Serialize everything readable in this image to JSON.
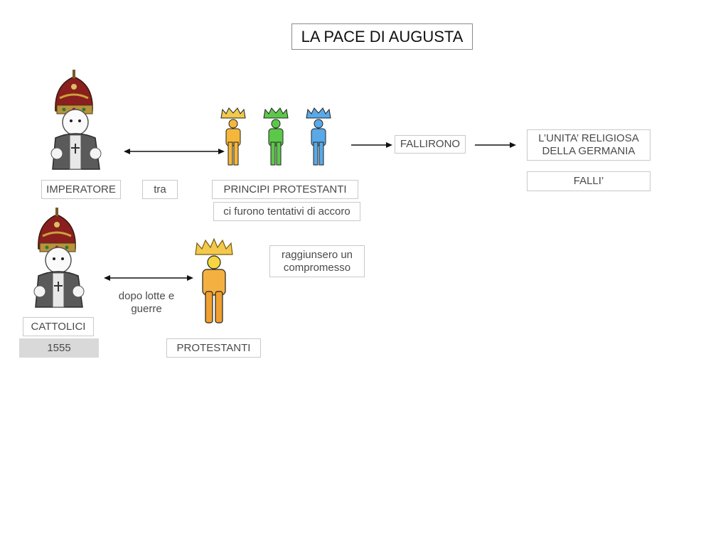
{
  "title": "LA PACE DI AUGUSTA",
  "labels": {
    "imperatore": "IMPERATORE",
    "tra": "tra",
    "principi": "PRINCIPI PROTESTANTI",
    "tentativi": "ci furono tentativi di accoro",
    "fallirono": "FALLIRONO",
    "unita_line1": "L’UNITA’ RELIGIOSA",
    "unita_line2": "DELLA GERMANIA",
    "falli": "FALLI’",
    "raggiunsero_line1": "raggiunsero un",
    "raggiunsero_line2": "compromesso",
    "dopo_line1": "dopo lotte e",
    "dopo_line2": "guerre",
    "cattolici": "CATTOLICI",
    "year": "1555",
    "protestanti": "PROTESTANTI"
  },
  "colors": {
    "prince_yellow": "#f4b73b",
    "prince_green": "#5cc84a",
    "prince_blue": "#59a9e8",
    "crown_gold": "#f2c94c",
    "year_fill": "#d9d9d9"
  },
  "icons": {
    "emperor": "emperor-figure-icon",
    "prince": "prince-figure-icon",
    "protestant": "protestant-figure-icon"
  }
}
